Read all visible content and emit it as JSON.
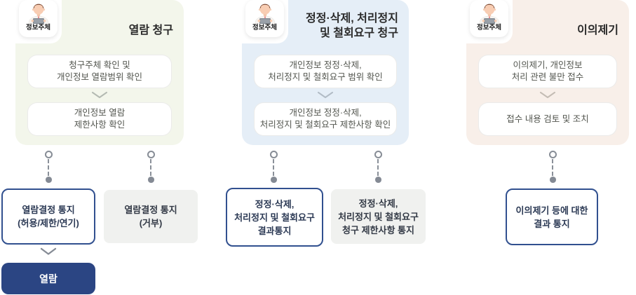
{
  "columns": [
    {
      "badge": "정보주체",
      "title": "열람 청구",
      "steps": [
        "청구주체 확인 및\n개인정보 열람범위 확인",
        "개인정보 열람\n제한사항 확인"
      ]
    },
    {
      "badge": "정보주체",
      "title": "정정·삭제, 처리정지\n및 철회요구 청구",
      "steps": [
        "개인정보 정정·삭제,\n처리정지 및 철회요구 범위 확인",
        "개인정보 정정·삭제,\n처리정지 및 철회요구 제한사항 확인"
      ]
    },
    {
      "badge": "정보주체",
      "title": "이의제기",
      "steps": [
        "이의제기, 개인정보\n처리 관련 불만 접수",
        "접수 내용 검토 및 조치"
      ]
    }
  ],
  "outcomes": [
    {
      "text": "열람결정 통지\n(허용/제한/연기)",
      "style": "primary"
    },
    {
      "text": "열람결정 통지\n(거부)",
      "style": "secondary"
    },
    {
      "text": "정정·삭제,\n처리정지 및 철회요구\n결과통지",
      "style": "primary"
    },
    {
      "text": "정정·삭제,\n처리정지 및 철회요구\n청구 제한사항 통지",
      "style": "secondary"
    },
    {
      "text": "이의제기 등에 대한\n결과 통지",
      "style": "primary"
    }
  ],
  "final_action": "열람",
  "colors": {
    "panel_access_bg": "#f3f6eb",
    "panel_correction_bg": "#e5eef7",
    "panel_objection_bg": "#f8efe9",
    "outcome_primary_border": "#31508f",
    "outcome_secondary_bg": "#f0f1ef",
    "final_action_bg": "#2b4583",
    "connector_gray": "#878d96"
  }
}
